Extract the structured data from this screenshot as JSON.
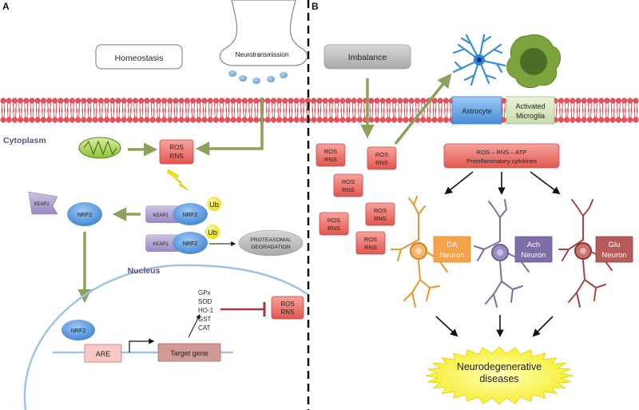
{
  "panels": {
    "a": "A",
    "b": "B"
  },
  "left": {
    "homeostasis": "Homeostasis",
    "neurotransmission": "Neurotransmission",
    "cytoplasm": "Cytoplasm",
    "ros_main": [
      "ROS",
      "RNS"
    ],
    "keap1": "KEAP1",
    "nrf2": "NRF2",
    "ub": "Ub",
    "proteasomal": [
      "PROTEASOMAL",
      "DEGRADATION"
    ],
    "nucleus": "Nucleus",
    "are": "ARE",
    "target_gene": "Target gene",
    "genes": [
      "GPx",
      "SOD",
      "HO-1",
      "GST",
      "CAT"
    ],
    "ros_inhibited": [
      "ROS",
      "RNS"
    ]
  },
  "right": {
    "imbalance": "Imbalance",
    "ros": [
      "ROS",
      "RNS"
    ],
    "astrocyte": "Astrocyte",
    "activated_microglia": [
      "Activated",
      "Microglia"
    ],
    "cytokines": [
      "ROS – RNS – ATP",
      "Proinflammatory cytokines"
    ],
    "da_neuron": [
      "DA",
      "Neuron"
    ],
    "ach_neuron": [
      "Ach",
      "Neuron"
    ],
    "glu_neuron": [
      "Glu",
      "Neuron"
    ],
    "neurodegenerative": [
      "Neurodegenerative",
      "diseases"
    ]
  },
  "colors": {
    "membrane": "#e9505a",
    "arrow_green": "#8ea15a",
    "ros_fill": "#ee6e66",
    "nrf2_blue": "#4b8fd7",
    "keap1_purple": "#a898c6",
    "ub_yellow": "#f5e400",
    "da_orange": "#e8962e",
    "ach_purple": "#7d6ea8",
    "glu_red": "#a64545",
    "inhibit_red": "#a33a3a"
  }
}
